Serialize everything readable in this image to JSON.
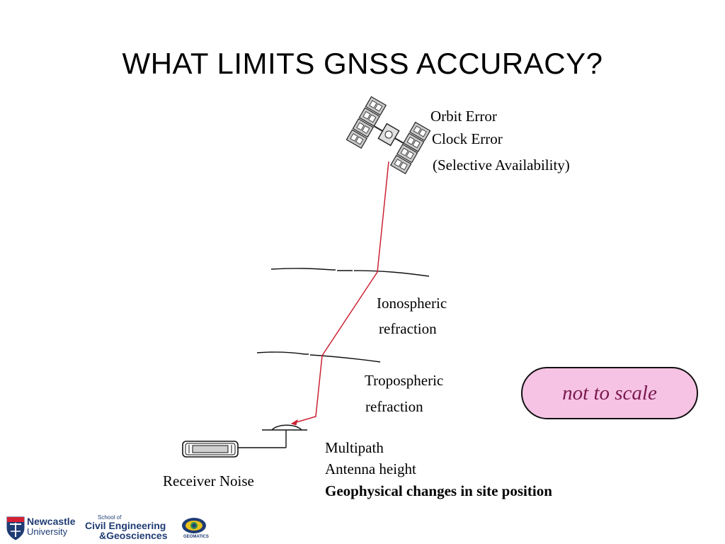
{
  "title": "WHAT LIMITS GNSS ACCURACY?",
  "labels": {
    "orbit_error": "Orbit  Error",
    "clock_error": "Clock  Error",
    "selective_availability": "(Selective Availability)",
    "ionospheric": "Ionospheric",
    "ionospheric_refraction": "refraction",
    "tropospheric": "Tropospheric",
    "tropospheric_refraction": "refraction",
    "multipath": "Multipath",
    "antenna_height": "Antenna height",
    "geophysical": "Geophysical changes in site position",
    "receiver_noise": "Receiver Noise"
  },
  "badge": {
    "text": "not to scale"
  },
  "logos": {
    "newcastle_name": "Newcastle",
    "newcastle_university": "University",
    "school_of": "School of",
    "civil_engineering": "Civil Engineering",
    "geosciences": "&Geosciences",
    "geomatics": "GEOMATICS"
  },
  "colors": {
    "signal_path": "#cc2233",
    "badge_fill": "#f6c3e4",
    "badge_text": "#7a1a4e",
    "logo_blue": "#1f3c74"
  },
  "icons": [
    "satellite-icon",
    "antenna-icon",
    "receiver-icon",
    "newcastle-crest-icon",
    "geomatics-logo-icon"
  ]
}
